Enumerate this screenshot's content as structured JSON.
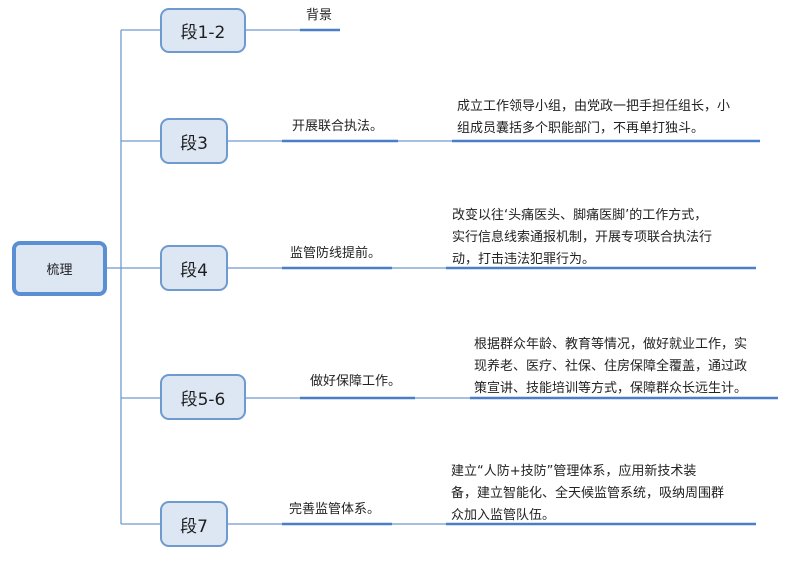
{
  "root": {
    "label": "梳理"
  },
  "branches": [
    {
      "node": "段1-2",
      "label": "背景",
      "detail": []
    },
    {
      "node": "段3",
      "label": "开展联合执法。",
      "detail": [
        "成立工作领导小组，由党政一把手担任组长，小",
        "组成员囊括多个职能部门，不再单打独斗。"
      ]
    },
    {
      "node": "段4",
      "label": "监管防线提前。",
      "detail": [
        "改变以往‘头痛医头、脚痛医脚’的工作方式，",
        "实行信息线索通报机制，开展专项联合执法行",
        "动，打击违法犯罪行为。"
      ]
    },
    {
      "node": "段5-6",
      "label": "做好保障工作。",
      "detail": [
        "根据群众年龄、教育等情况，做好就业工作，实",
        "现养老、医疗、社保、住房保障全覆盖，通过政",
        "策宣讲、技能培训等方式，保障群众长远生计。"
      ]
    },
    {
      "node": "段7",
      "label": "完善监管体系。",
      "detail": [
        "建立“人防+技防”管理体系，应用新技术装",
        "备，建立智能化、全天候监管系统，吸纳周围群",
        "众加入监管队伍。"
      ]
    }
  ],
  "colors": {
    "line": "#6f9ad0",
    "underline": "#4a7fc8",
    "node_fill": "#dde7f4"
  }
}
